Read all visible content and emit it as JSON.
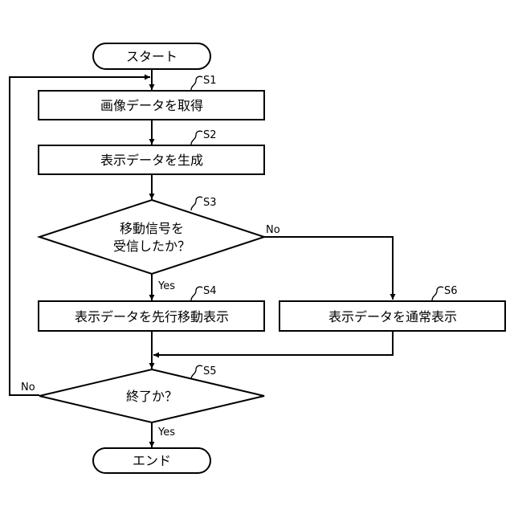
{
  "flowchart": {
    "start_label": "スタート",
    "end_label": "エンド",
    "steps": {
      "s1": {
        "id": "S1",
        "text": "画像データを取得"
      },
      "s2": {
        "id": "S2",
        "text": "表示データを生成"
      },
      "s3": {
        "id": "S3",
        "text_line1": "移動信号を",
        "text_line2": "受信したか？"
      },
      "s4": {
        "id": "S4",
        "text": "表示データを先行移動表示"
      },
      "s5": {
        "id": "S5",
        "text": "終了か？"
      },
      "s6": {
        "id": "S6",
        "text": "表示データを通常表示"
      }
    },
    "branches": {
      "s3_yes": "Yes",
      "s3_no": "No",
      "s5_yes": "Yes",
      "s5_no": "No"
    }
  }
}
